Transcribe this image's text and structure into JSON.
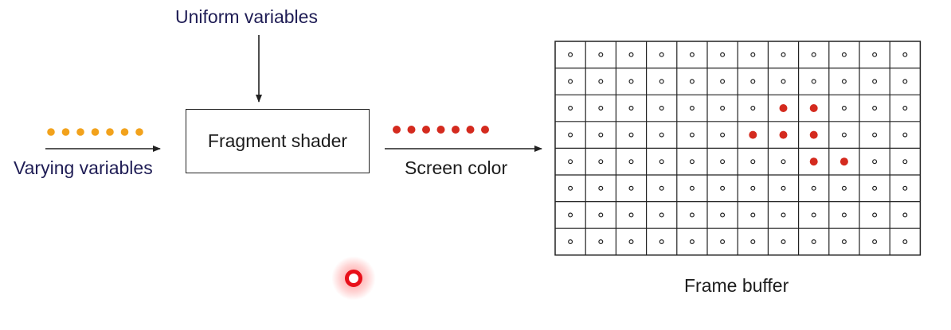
{
  "labels": {
    "uniform": "Uniform variables",
    "varying": "Varying variables",
    "shader": "Fragment shader",
    "screen_color": "Screen color",
    "frame_buffer": "Frame buffer"
  },
  "colors": {
    "varying_dots": "#f2a21c",
    "screen_dots": "#d42a1e",
    "lines": "#222222",
    "cursor": "#e8101a"
  },
  "varying_dot_count": 7,
  "screen_dot_count": 7,
  "frame_buffer": {
    "cols": 12,
    "rows": 8,
    "lit_pixels": [
      [
        2,
        7
      ],
      [
        2,
        8
      ],
      [
        3,
        6
      ],
      [
        3,
        7
      ],
      [
        3,
        8
      ],
      [
        4,
        8
      ],
      [
        4,
        9
      ]
    ]
  }
}
